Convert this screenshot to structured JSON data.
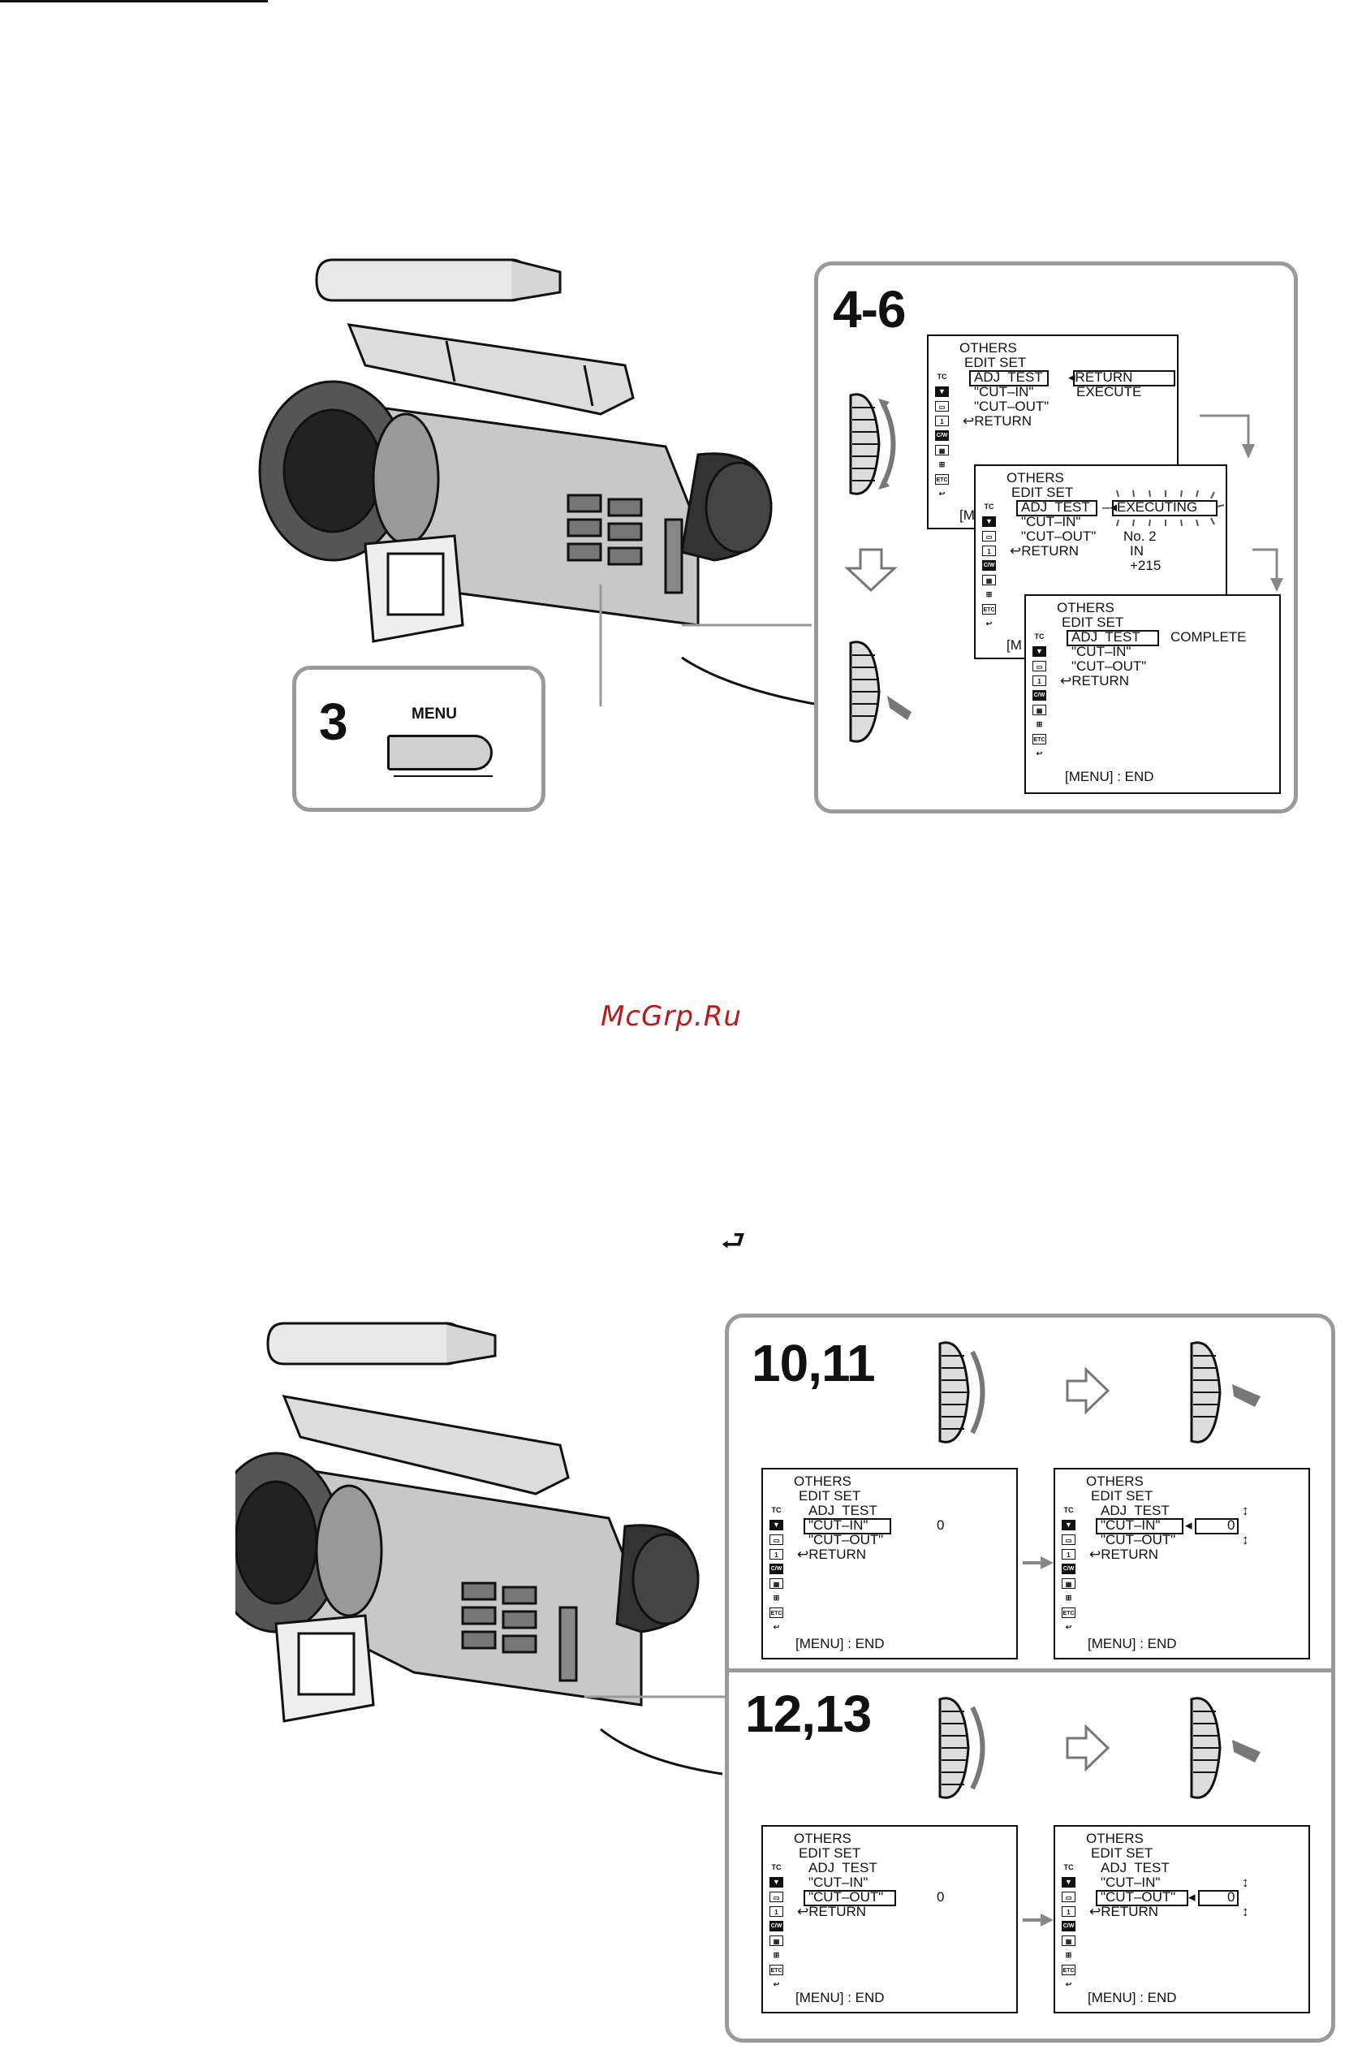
{
  "page": {
    "watermark": "McGrp.Ru",
    "return_symbol": "⮐"
  },
  "fig1": {
    "step_menu": "3",
    "menu_button_label": "MENU",
    "step_dial": "4-6",
    "screen1": {
      "title": "OTHERS",
      "sub": "EDIT SET",
      "items": [
        "ADJ  TEST",
        "\"CUT–IN\"",
        "\"CUT–OUT\"",
        "RETURN"
      ],
      "options": [
        "RETURN",
        "EXECUTE"
      ],
      "footer": "[M"
    },
    "screen2": {
      "title": "OTHERS",
      "sub": "EDIT SET",
      "items": [
        "ADJ  TEST",
        "\"CUT–IN\"",
        "\"CUT–OUT\"",
        "RETURN"
      ],
      "status": "EXECUTING",
      "info": [
        "No. 2",
        "IN",
        "+215"
      ],
      "footer": "[M"
    },
    "screen3": {
      "title": "OTHERS",
      "sub": "EDIT SET",
      "items": [
        "ADJ  TEST",
        "\"CUT–IN\"",
        "\"CUT–OUT\"",
        "RETURN"
      ],
      "status": "COMPLETE",
      "footer": "[MENU] : END"
    }
  },
  "fig2": {
    "step_a": "10,11",
    "step_b": "12,13",
    "screenA1": {
      "title": "OTHERS",
      "sub": "EDIT SET",
      "items": [
        "ADJ  TEST",
        "\"CUT–IN\"",
        "\"CUT–OUT\"",
        "RETURN"
      ],
      "value": "0",
      "footer": "[MENU] : END"
    },
    "screenA2": {
      "title": "OTHERS",
      "sub": "EDIT SET",
      "items": [
        "ADJ  TEST",
        "\"CUT–IN\"",
        "\"CUT–OUT\"",
        "RETURN"
      ],
      "value": "0",
      "footer": "[MENU] : END"
    },
    "screenB1": {
      "title": "OTHERS",
      "sub": "EDIT SET",
      "items": [
        "ADJ  TEST",
        "\"CUT–IN\"",
        "\"CUT–OUT\"",
        "RETURN"
      ],
      "value": "0",
      "footer": "[MENU] : END"
    },
    "screenB2": {
      "title": "OTHERS",
      "sub": "EDIT SET",
      "items": [
        "ADJ  TEST",
        "\"CUT–IN\"",
        "\"CUT–OUT\"",
        "RETURN"
      ],
      "value": "0",
      "footer": "[MENU] : END"
    }
  },
  "icons": {
    "tc": "TC",
    "cw": "C/W",
    "etc": "ETC"
  }
}
